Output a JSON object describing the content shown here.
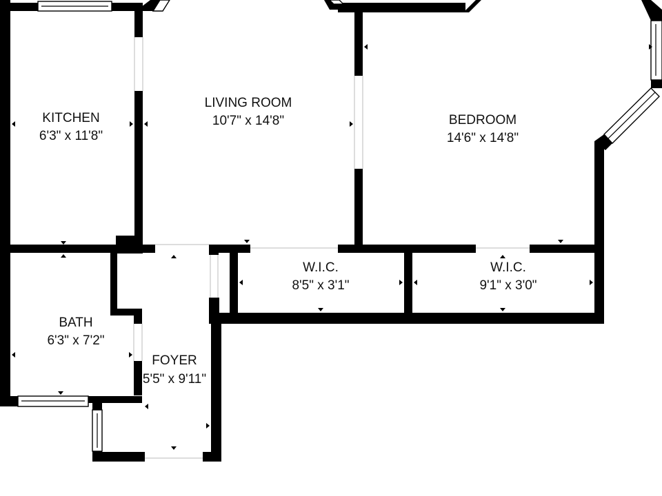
{
  "rooms": {
    "kitchen": {
      "name": "KITCHEN",
      "size": "6'3\" x 11'8\""
    },
    "living_room": {
      "name": "LIVING ROOM",
      "size": "10'7\" x 14'8\""
    },
    "bedroom": {
      "name": "BEDROOM",
      "size": "14'6\" x 14'8\""
    },
    "wic_1": {
      "name": "W.I.C.",
      "size": "8'5\" x 3'1\""
    },
    "wic_2": {
      "name": "W.I.C.",
      "size": "9'1\" x 3'0\""
    },
    "bath": {
      "name": "BATH",
      "size": "6'3\" x 7'2\""
    },
    "foyer": {
      "name": "FOYER",
      "size": "5'5\" x 9'11\""
    }
  }
}
